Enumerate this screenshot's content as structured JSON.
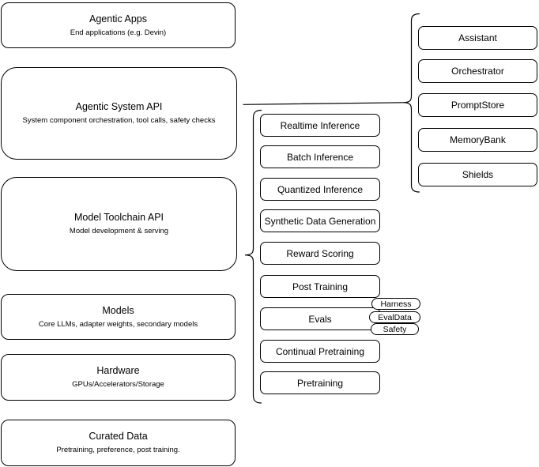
{
  "colors": {
    "stroke": "#000000",
    "fill": "#ffffff"
  },
  "layers": [
    {
      "title": "Agentic Apps",
      "subtitle": "End applications (e.g. Devin)"
    },
    {
      "title": "Agentic System API",
      "subtitle": "System component orchestration, tool calls, safety checks"
    },
    {
      "title": "Model Toolchain API",
      "subtitle": "Model development & serving"
    },
    {
      "title": "Models",
      "subtitle": "Core LLMs, adapter weights, secondary models"
    },
    {
      "title": "Hardware",
      "subtitle": "GPUs/Accelerators/Storage"
    },
    {
      "title": "Curated Data",
      "subtitle": "Pretraining, preference, post training."
    }
  ],
  "toolchain": {
    "items": [
      "Realtime Inference",
      "Batch Inference",
      "Quantized Inference",
      "Synthetic Data Generation",
      "Reward Scoring",
      "Post Training",
      "Evals",
      "Continual Pretraining",
      "Pretraining"
    ]
  },
  "eval_tags": {
    "items": [
      "Harness",
      "EvalData",
      "Safety"
    ]
  },
  "system": {
    "items": [
      "Assistant",
      "Orchestrator",
      "PromptStore",
      "MemoryBank",
      "Shields"
    ]
  }
}
